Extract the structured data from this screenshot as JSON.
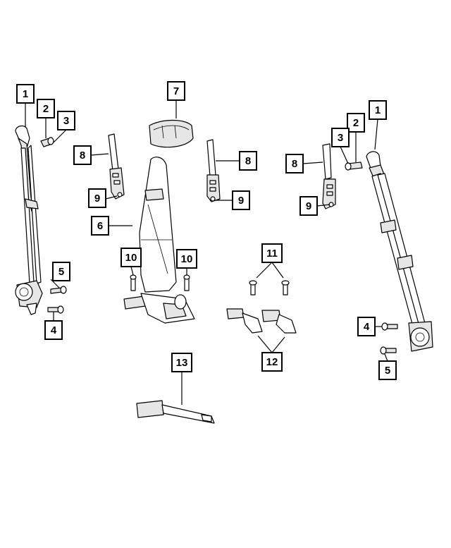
{
  "callouts": {
    "c1_left": "1",
    "c2_left": "2",
    "c3_left": "3",
    "c5_left": "5",
    "c4_left": "4",
    "c8_left": "8",
    "c9_left": "9",
    "c7": "7",
    "c6": "6",
    "c10_left": "10",
    "c10_right": "10",
    "c8_mid": "8",
    "c9_mid": "9",
    "c11": "11",
    "c12": "12",
    "c13": "13",
    "c1_right": "1",
    "c2_right": "2",
    "c3_right": "3",
    "c8_right": "8",
    "c9_right": "9",
    "c4_right": "4",
    "c5_right": "5"
  },
  "colors": {
    "line": "#000000",
    "part_fill": "#e6e6e6",
    "background": "#ffffff"
  }
}
